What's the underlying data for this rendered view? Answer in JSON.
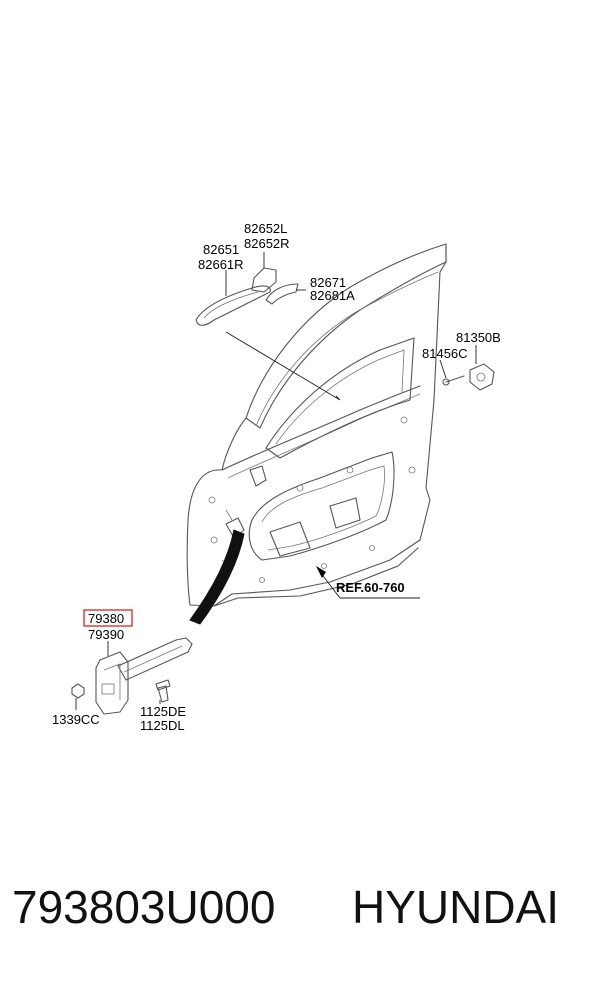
{
  "labels": {
    "handle_cover_l": "82652L",
    "handle_cover_r": "82652R",
    "handle_outer_a": "82651",
    "handle_outer_b": "82661R",
    "handle_base_a": "82671",
    "handle_base_b": "82681A",
    "striker": "81350B",
    "striker_bolt": "81456C",
    "ref": "REF.60-760",
    "checker_highlight": "79380",
    "checker_alt": "79390",
    "nut": "1339CC",
    "bolt_a": "1125DE",
    "bolt_b": "1125DL"
  },
  "caption": {
    "part_number": "793803U000",
    "brand": "HYUNDAI"
  },
  "colors": {
    "highlight_box": "#e0302a",
    "checker_strap": "#111111"
  }
}
